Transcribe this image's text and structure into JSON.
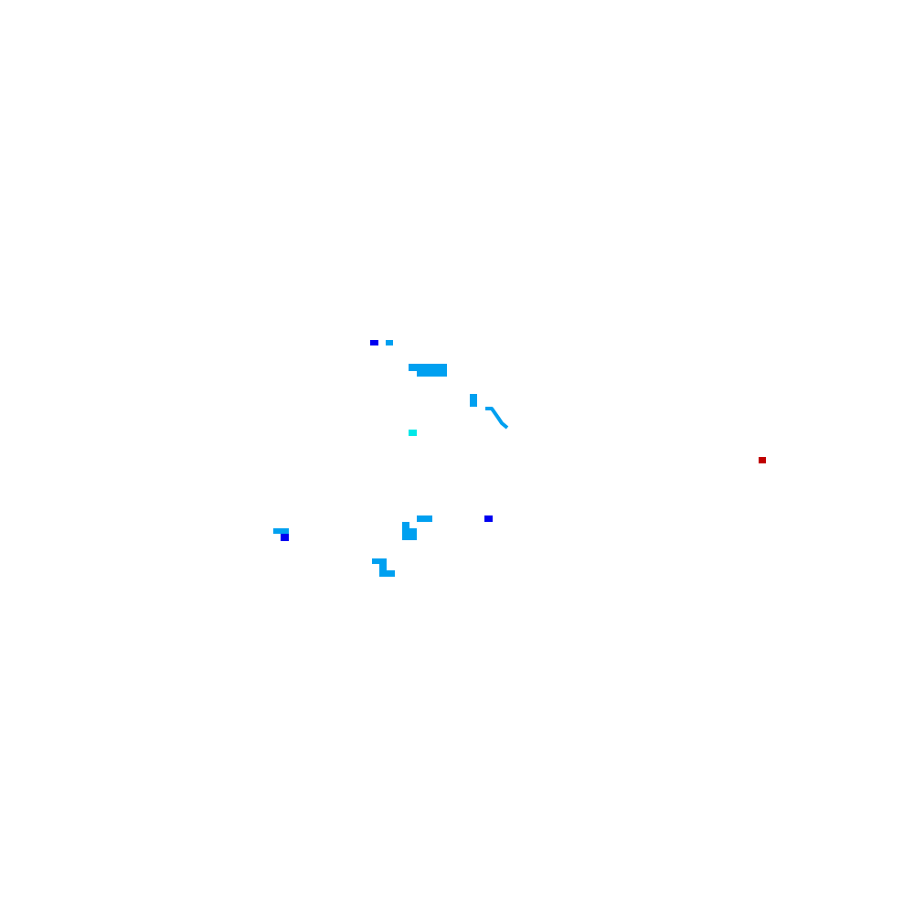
{
  "map": {
    "background_color": "#ffffff",
    "palette": {
      "blue": "#0000f0",
      "light_blue": "#00a0f0",
      "cyan": "#00e8e8",
      "red": "#c00000"
    },
    "features": [
      {
        "id": "f1",
        "kind": "blob",
        "color_key": "blue"
      },
      {
        "id": "f2",
        "kind": "blob",
        "color_key": "light_blue"
      },
      {
        "id": "f3",
        "kind": "blob",
        "color_key": "light_blue"
      },
      {
        "id": "f4",
        "kind": "blob",
        "color_key": "light_blue"
      },
      {
        "id": "f5",
        "kind": "streak",
        "color_key": "light_blue"
      },
      {
        "id": "f6",
        "kind": "blob",
        "color_key": "cyan"
      },
      {
        "id": "f7",
        "kind": "blob",
        "color_key": "red"
      },
      {
        "id": "f8",
        "kind": "blob",
        "color_key": "light_blue"
      },
      {
        "id": "f9",
        "kind": "blob",
        "color_key": "blue"
      },
      {
        "id": "f10",
        "kind": "blob",
        "color_key": "light_blue"
      },
      {
        "id": "f11",
        "kind": "blob",
        "color_key": "light_blue"
      },
      {
        "id": "f12",
        "kind": "blob",
        "color_key": "blue"
      },
      {
        "id": "f13",
        "kind": "blob",
        "color_key": "light_blue"
      }
    ]
  }
}
